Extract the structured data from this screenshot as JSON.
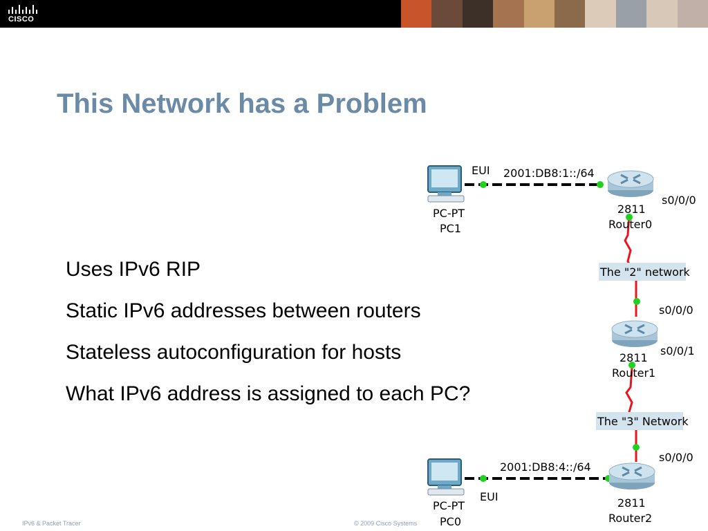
{
  "header": {
    "logo_text": "CISCO"
  },
  "slide": {
    "title": "This Network has a Problem",
    "bullets": [
      "Uses IPv6 RIP",
      "Static IPv6 addresses between routers",
      "Stateless autoconfiguration for hosts",
      "What IPv6 address is assigned to each PC?"
    ]
  },
  "diagram": {
    "pc1": {
      "type": "PC-PT",
      "name": "PC1",
      "link_label": "EUI"
    },
    "pc0": {
      "type": "PC-PT",
      "name": "PC0",
      "link_label": "EUI"
    },
    "router0": {
      "model": "2811",
      "name": "Router0",
      "iface": "s0/0/0"
    },
    "router1": {
      "model": "2811",
      "name": "Router1",
      "iface_top": "s0/0/0",
      "iface_bottom": "s0/0/1"
    },
    "router2": {
      "model": "2811",
      "name": "Router2",
      "iface": "s0/0/0"
    },
    "lan_top": "2001:DB8:1::/64",
    "lan_bottom": "2001:DB8:4::/64",
    "net2": "The \"2\" network",
    "net3": "The \"3\" Network",
    "colors": {
      "serial": "#e8141e",
      "link_dot": "#1ed21e",
      "router": "#a9c6d8",
      "pc": "#6fa9c8"
    }
  },
  "footer": {
    "left": "IPv6 & Packet Tracer",
    "right": "© 2009 Cisco Systems"
  }
}
